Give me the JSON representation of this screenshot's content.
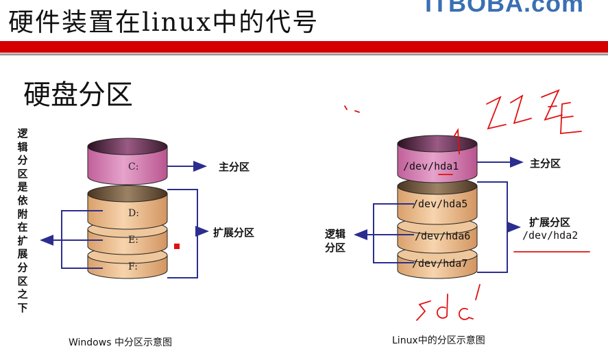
{
  "header": {
    "title": "硬件装置在linux中的代号",
    "logo": "ITBOBA.com"
  },
  "subtitle": "硬盘分区",
  "vertical_note": "逻辑分区是依附在扩展分区之下",
  "windows_diagram": {
    "primary_disk": "C:",
    "logical_disks": [
      "D:",
      "E:",
      "F:"
    ],
    "primary_label": "主分区",
    "extended_label": "扩展分区",
    "caption": "Windows 中分区示意图"
  },
  "linux_diagram": {
    "primary_disk": "/dev/hda1",
    "logical_disks": [
      "/dev/hda5",
      "/dev/hda6",
      "/dev/hda7"
    ],
    "primary_label": "主分区",
    "extended_label": "扩展分区",
    "extended_device": "/dev/hda2",
    "logical_label": "逻辑\n分区",
    "caption": "Linux中的分区示意图"
  },
  "colors": {
    "accent_red": "#d40000",
    "arrow_blue": "#2b2d8f",
    "primary_disk": "#d783b8",
    "logical_disk": "#f0c595",
    "annotation_red": "#e01010"
  }
}
